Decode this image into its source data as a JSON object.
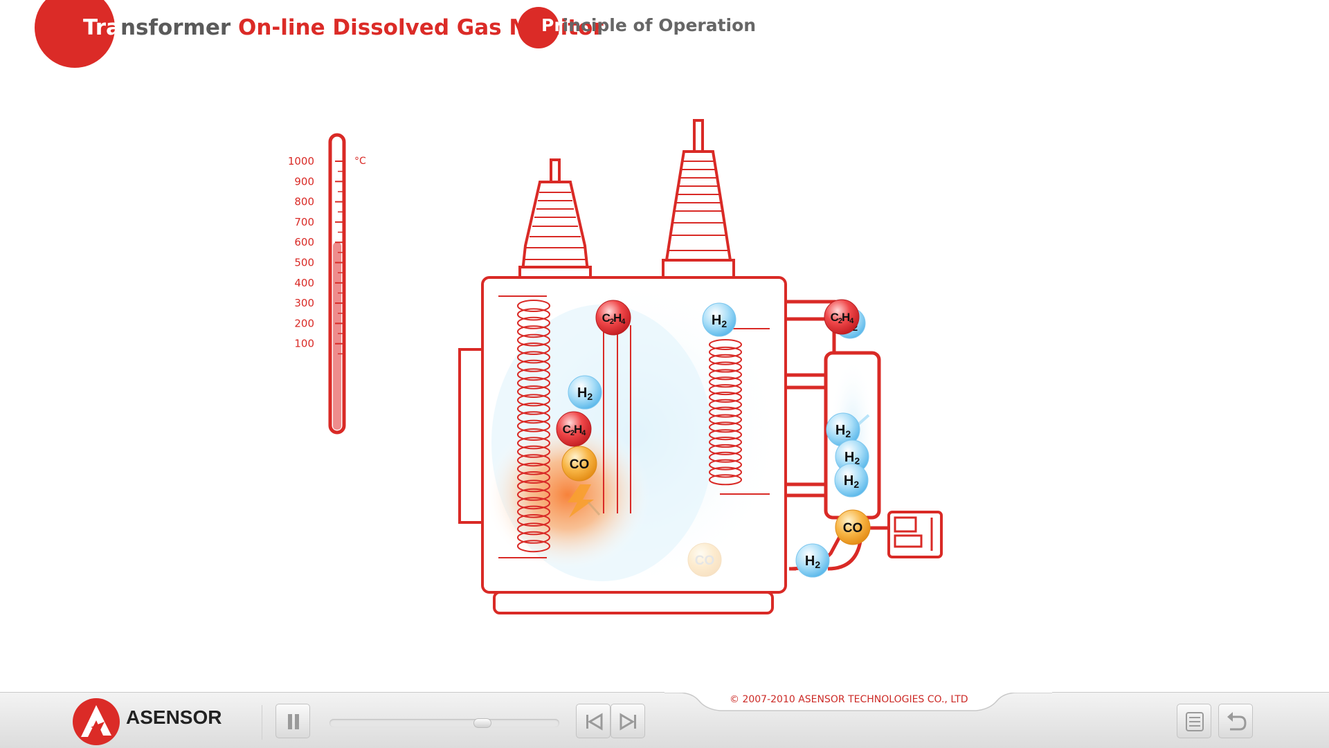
{
  "header": {
    "title_on_circle": "Tra",
    "title_rest": "nsformer ",
    "title_accent": "On-line Dissolved Gas Monitor",
    "subtitle_on_circle": "Pr",
    "subtitle_rest": "inciple of Operation"
  },
  "thermometer": {
    "unit": "°C",
    "ticks": [
      "1000",
      "900",
      "800",
      "700",
      "600",
      "500",
      "400",
      "300",
      "200",
      "100"
    ],
    "fill_level_celsius": 600
  },
  "gases": {
    "c2h4": {
      "main": "C",
      "sub1": "2",
      "mid": "H",
      "sub2": "4"
    },
    "h2": {
      "main": "H",
      "sub": "2"
    },
    "co": "CO"
  },
  "footer": {
    "brand": "ASENSOR",
    "copyright": "© 2007-2010 ASENSOR TECHNOLOGIES CO., LTD",
    "progress_fraction": 0.68
  },
  "colors": {
    "accent": "#db2b27",
    "h2_bubble": "#8fd2f5",
    "c2h4_bubble": "#e8383b",
    "co_bubble": "#f5a623"
  },
  "icons": {
    "pause": "pause-icon",
    "prev": "skip-back-icon",
    "next": "skip-forward-icon",
    "menu": "list-icon",
    "back": "return-icon"
  }
}
